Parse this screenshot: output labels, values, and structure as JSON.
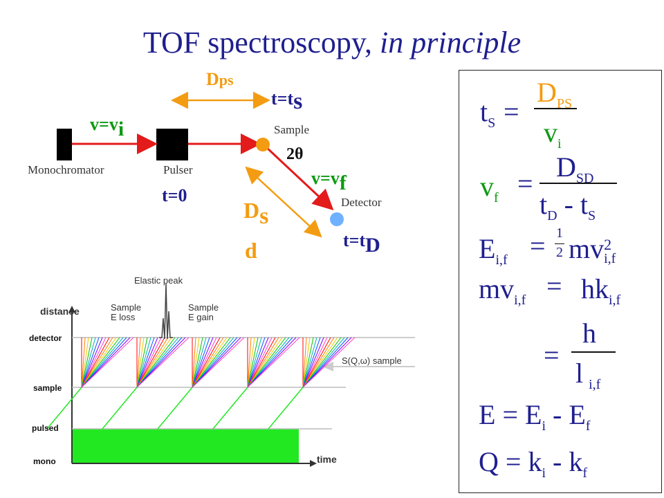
{
  "title": {
    "main": "TOF spectroscopy, ",
    "italic": "in principle"
  },
  "schematic": {
    "d_ps": "D",
    "d_ps_sub": "ps",
    "t_ts": "t=t",
    "t_ts_sub": "s",
    "v_vi": "v=v",
    "v_vi_sub": "i",
    "sample": "Sample",
    "two_theta": "2θ",
    "monochromator": "Monochromator",
    "pulser": "Pulser",
    "t0": "t=0",
    "v_vf": "v=v",
    "v_vf_sub": "f",
    "detector": "Detector",
    "d_sd_d": "D",
    "d_sd_s": "s",
    "d_sd_d2": "d",
    "t_td": "t=t",
    "t_td_sub": "D",
    "colors": {
      "orange": "#f39c12",
      "green": "#0c9a12",
      "red": "#e31b1b",
      "navy": "#1f1f8f",
      "sample_dot": "#f39c12",
      "detector_dot": "#6fb1ff"
    }
  },
  "plot": {
    "elastic_peak": "Elastic peak",
    "e_loss_1": "Sample",
    "e_loss_2": "E loss",
    "e_gain_1": "Sample",
    "e_gain_2": "E gain",
    "y_axis": "distance",
    "x_axis": "time",
    "sqw": "S(Q,ω) sample",
    "levels": [
      "detector",
      "sample",
      "pulsed",
      "mono"
    ],
    "fill_color": "#22e822"
  },
  "equations": {
    "e1": {
      "lhs": "t",
      "lhs_sub": "S",
      "eq": "=",
      "num": "D",
      "num_sub": "PS",
      "den": "v",
      "den_sub": "i"
    },
    "e2": {
      "lhs": "v",
      "lhs_sub": "f",
      "eq": "=",
      "num": "D",
      "num_sub": "SD",
      "den_a": "t",
      "den_a_sub": "D",
      "den_minus": "-",
      "den_b": "t",
      "den_b_sub": "S"
    },
    "e3": {
      "lhs": "E",
      "lhs_sub": "i,f",
      "eq": "=",
      "half_num": "1",
      "half_den": "2",
      "rhs": "mv",
      "rhs_sup": "2",
      "rhs_sub": "i,f"
    },
    "e4": {
      "lhs": "mv",
      "lhs_sub": "i,f",
      "eq": "=",
      "rhs": "hk",
      "rhs_sub": "i,f"
    },
    "e5": {
      "eq": "=",
      "num": "h",
      "den": "l",
      "den_sub": "i,f"
    },
    "e6": {
      "lhs": "E",
      "eq": "=",
      "a": "E",
      "a_sub": "i",
      "minus": "-",
      "b": "E",
      "b_sub": "f"
    },
    "e7": {
      "lhs": "Q",
      "eq": "=",
      "a": "k",
      "a_sub": "i",
      "minus": "-",
      "b": "k",
      "b_sub": "f"
    }
  }
}
